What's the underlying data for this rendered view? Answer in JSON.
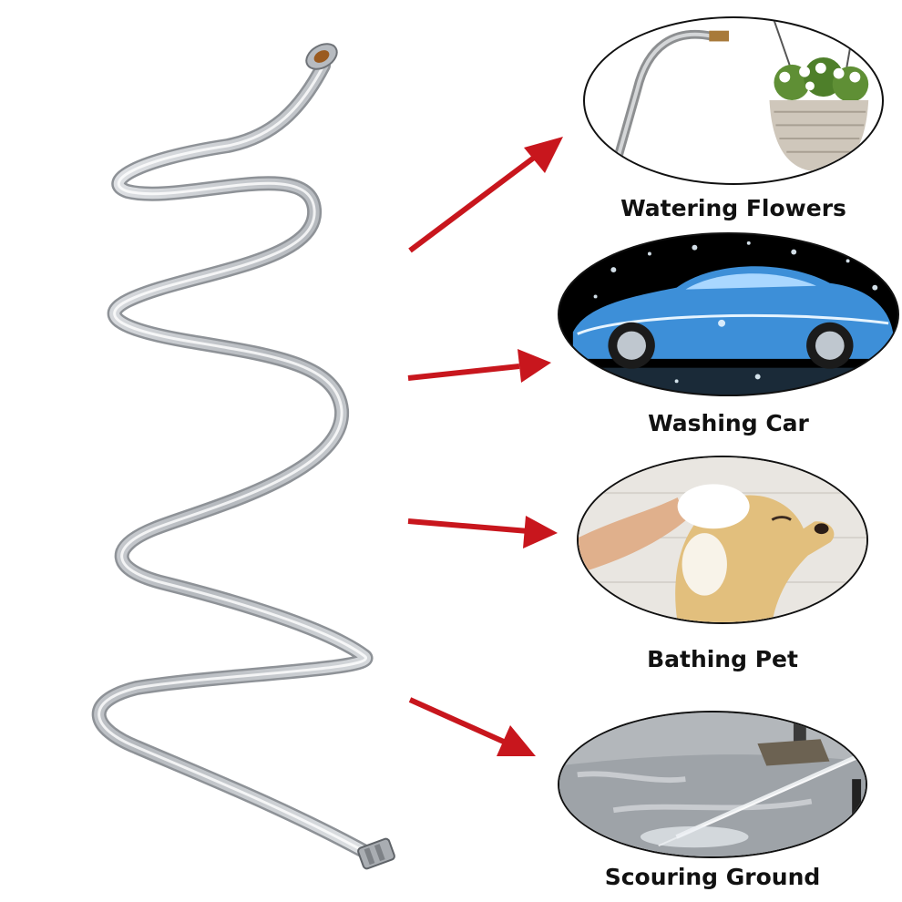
{
  "usages": [
    {
      "label": "Watering Flowers",
      "scene": "flower-basket"
    },
    {
      "label": "Washing Car",
      "scene": "car-wash"
    },
    {
      "label": "Bathing Pet",
      "scene": "dog-bath"
    },
    {
      "label": "Scouring Ground",
      "scene": "ground-spray"
    }
  ],
  "colors": {
    "arrow": "#c8161d",
    "hose": "#c9ccd0",
    "ellipse_border": "#111111"
  }
}
